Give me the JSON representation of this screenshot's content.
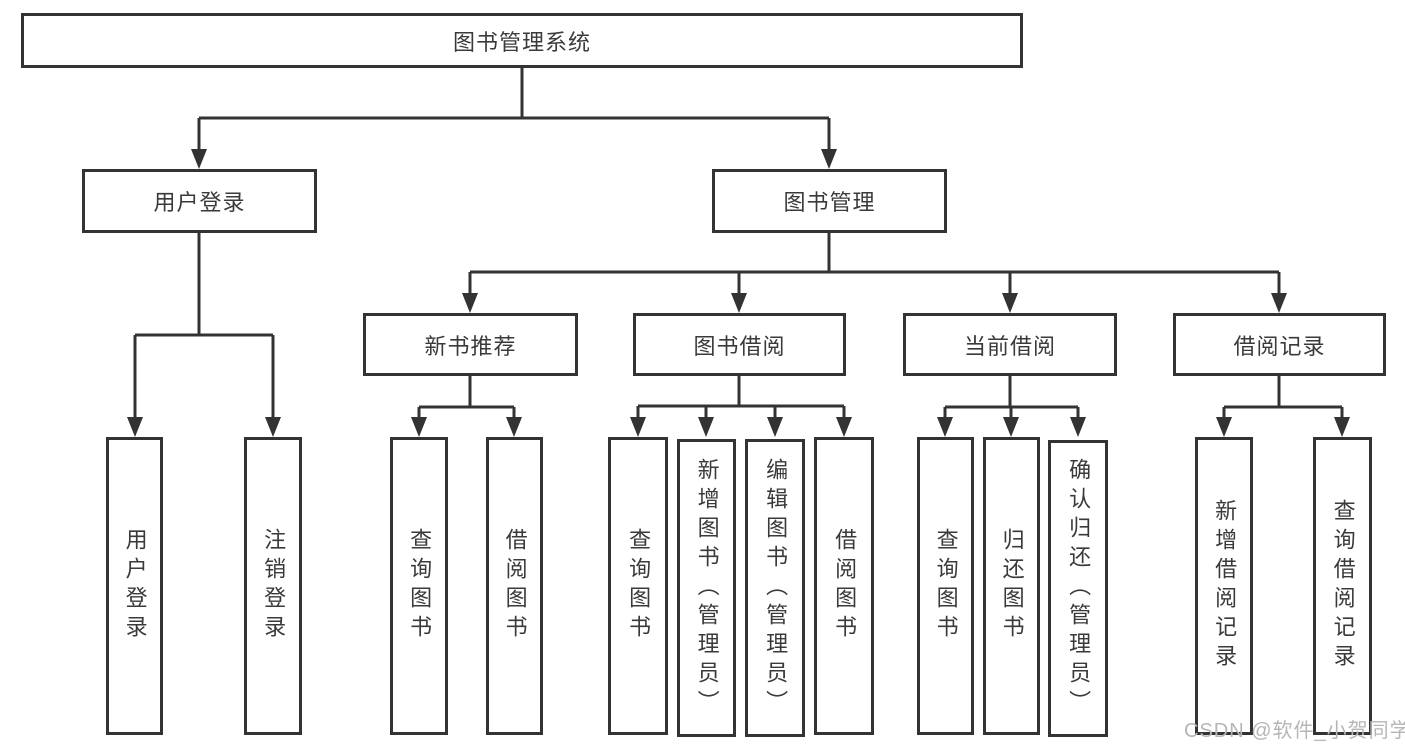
{
  "diagram": {
    "root": {
      "label": "图书管理系统"
    },
    "user_login": {
      "label": "用户登录",
      "children": [
        {
          "label": "用户登录"
        },
        {
          "label": "注销登录"
        }
      ]
    },
    "book_management": {
      "label": "图书管理",
      "sections": [
        {
          "label": "新书推荐",
          "children": [
            {
              "label": "查询图书"
            },
            {
              "label": "借阅图书"
            }
          ]
        },
        {
          "label": "图书借阅",
          "children": [
            {
              "label": "查询图书"
            },
            {
              "label": "新增图书（管理员）"
            },
            {
              "label": "编辑图书（管理员）"
            },
            {
              "label": "借阅图书"
            }
          ]
        },
        {
          "label": "当前借阅",
          "children": [
            {
              "label": "查询图书"
            },
            {
              "label": "归还图书"
            },
            {
              "label": "确认归还（管理员）"
            }
          ]
        },
        {
          "label": "借阅记录",
          "children": [
            {
              "label": "新增借阅记录"
            },
            {
              "label": "查询借阅记录"
            }
          ]
        }
      ]
    },
    "watermark": "CSDN @软件_小贺同学",
    "line_color": "#333333"
  }
}
